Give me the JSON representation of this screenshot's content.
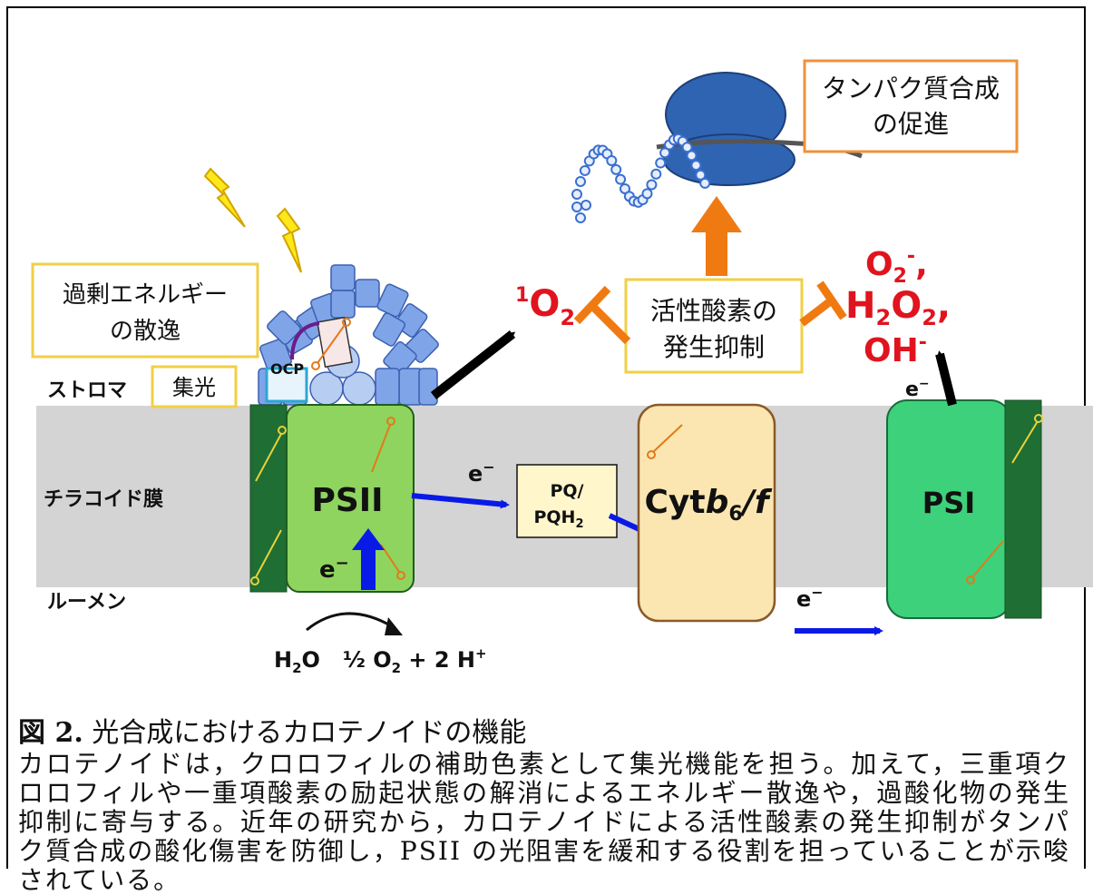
{
  "diagram": {
    "regions": {
      "stroma": "ストロマ",
      "membrane": "チラコイド膜",
      "lumen": "ルーメン"
    },
    "boxes": {
      "protein_synthesis": [
        "タンパク質合成",
        "の促進"
      ],
      "energy_dissipation": [
        "過剰エネルギー",
        "の散逸"
      ],
      "light_harvesting": "集光",
      "ros_suppression": [
        "活性酸素の",
        "発生抑制"
      ]
    },
    "complexes": {
      "psii": "PSII",
      "pq_line1": "PQ/",
      "pq_line2": "PQH",
      "pq_sub": "2",
      "cyt_main": "Cyt",
      "cyt_b": "b",
      "cyt_sub": "6",
      "cyt_f": "/f",
      "psi": "PSI",
      "ocp": "OCP"
    },
    "labels": {
      "electron": "e",
      "minus": "−",
      "h2o": "H",
      "h2o_sub": "2",
      "h2o_o": "O",
      "products": "½ O",
      "products_sub": "2",
      "products_rest": " + 2 H",
      "plus": "+"
    },
    "ros": {
      "singlet_sup": "1",
      "singlet": "O",
      "singlet_sub": "2",
      "superoxide": "O",
      "superoxide_sub": "2",
      "superoxide_sup": "-",
      "comma": ",",
      "peroxide_h": "H",
      "peroxide_sub1": "2",
      "peroxide_o": "O",
      "peroxide_sub2": "2",
      "hydroxyl": "OH",
      "hydroxyl_sup": "-"
    },
    "colors": {
      "membrane": "#d4d4d4",
      "psii": "#8fd45f",
      "psi": "#3dd17b",
      "cyt": "#fbe6b1",
      "antenna": "#7fa4e8",
      "ros": "#e0141e",
      "orange_arrow": "#f07a12",
      "electron_arrow": "#0a1ae6",
      "box_border": "#f2cf45",
      "ribosome": "#2f64b3"
    }
  },
  "caption": {
    "figure_no": "図 2.",
    "title": " 光合成におけるカロテノイドの機能",
    "body": "カロテノイドは，クロロフィルの補助色素として集光機能を担う。加えて，三重項クロロフィルや一重項酸素の励起状態の解消によるエネルギー散逸や，過酸化物の発生抑制に寄与する。近年の研究から，カロテノイドによる活性酸素の発生抑制がタンパク質合成の酸化傷害を防御し，PSII の光阻害を緩和する役割を担っていることが示唆されている。"
  }
}
